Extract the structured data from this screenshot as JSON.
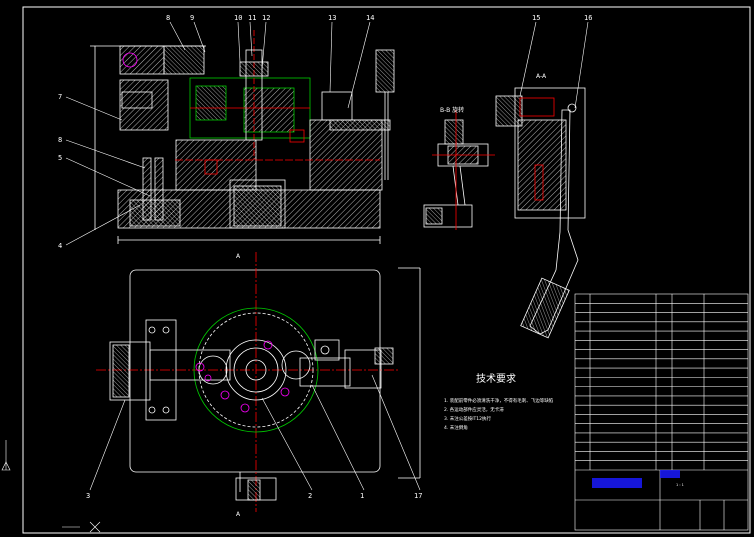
{
  "part_labels": {
    "top": [
      "8",
      "9",
      "10",
      "11",
      "12",
      "13",
      "14",
      "15",
      "16"
    ],
    "left": [
      "7",
      "8",
      "5",
      "4"
    ],
    "bottom": [
      "3",
      "2",
      "1",
      "17"
    ]
  },
  "section_labels": {
    "aa_top": "A-A",
    "bb_view": "B-B 旋转",
    "a_top_marker": "A",
    "a_bottom_marker": "A"
  },
  "tech_requirements": {
    "title": "技术要求",
    "items": [
      "1. 装配前零件必须清洗干净，不得有毛刺、飞边等缺陷",
      "2. 各运动部件应灵活，无卡滞",
      "3. 未注公差按IT12执行",
      "4. 未注倒角"
    ]
  },
  "scale": "1 : 1",
  "colors": {
    "background": "#000000",
    "outline": "#ffffff",
    "center": "#ff0000",
    "green": "#00cc00",
    "magenta": "#ff00ff",
    "hatch": "#ffffff",
    "title_blue": "#0000ff"
  }
}
